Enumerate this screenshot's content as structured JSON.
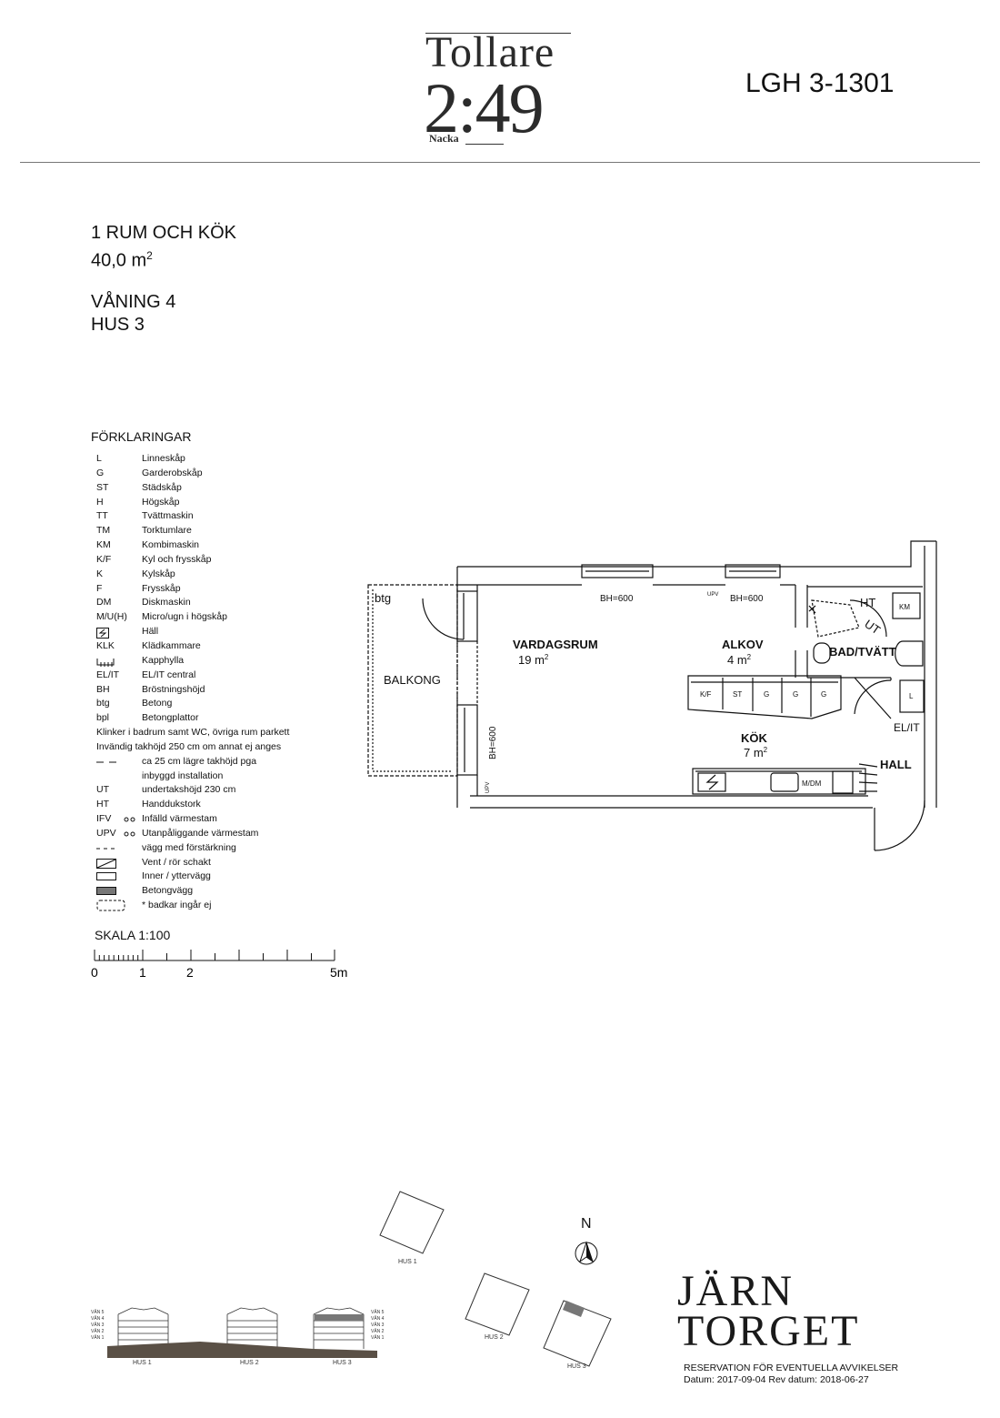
{
  "logo": {
    "line1": "Tollare",
    "line2": "2:49",
    "line3": "Nacka"
  },
  "apartment_id": "LGH 3-1301",
  "info": {
    "type": "1 RUM OCH KÖK",
    "area_value": "40,0 m",
    "area_sup": "2",
    "floor": "VÅNING 4",
    "house": "HUS 3"
  },
  "legend": {
    "title": "FÖRKLARINGAR",
    "items": [
      {
        "key": "L",
        "label": "Linneskåp"
      },
      {
        "key": "G",
        "label": "Garderobskåp"
      },
      {
        "key": "ST",
        "label": "Städskåp"
      },
      {
        "key": "H",
        "label": "Högskåp"
      },
      {
        "key": "TT",
        "label": "Tvättmaskin"
      },
      {
        "key": "TM",
        "label": "Torktumlare"
      },
      {
        "key": "KM",
        "label": "Kombimaskin"
      },
      {
        "key": "K/F",
        "label": "Kyl och frysskåp"
      },
      {
        "key": "K",
        "label": "Kylskåp"
      },
      {
        "key": "F",
        "label": "Frysskåp"
      },
      {
        "key": "DM",
        "label": "Diskmaskin"
      },
      {
        "key": "M/U(H)",
        "label": "Micro/ugn i högskåp"
      },
      {
        "key": "",
        "label": "Häll"
      },
      {
        "key": "KLK",
        "label": "Klädkammare"
      },
      {
        "key": "",
        "label": "Kapphylla"
      },
      {
        "key": "EL/IT",
        "label": "EL/IT central"
      },
      {
        "key": "BH",
        "label": "Bröstningshöjd"
      },
      {
        "key": "btg",
        "label": "Betong"
      },
      {
        "key": "bpl",
        "label": "Betongplattor"
      }
    ],
    "note1": "Klinker i badrum samt WC, övriga rum parkett",
    "note2": "Invändig takhöjd 250 cm om annat ej anges",
    "items2": [
      {
        "key": "",
        "label": "ca 25 cm lägre takhöjd pga"
      },
      {
        "key": "",
        "label": "inbyggd installation"
      },
      {
        "key": "UT",
        "label": "undertakshöjd 230 cm"
      },
      {
        "key": "HT",
        "label": "Handdukstork"
      },
      {
        "key": "IFV",
        "label": "Infälld värmestam"
      },
      {
        "key": "UPV",
        "label": "Utanpåliggande värmestam"
      },
      {
        "key": "",
        "label": "vägg med förstärkning"
      },
      {
        "key": "",
        "label": "Vent / rör schakt"
      },
      {
        "key": "",
        "label": "Inner / yttervägg"
      },
      {
        "key": "",
        "label": "Betongvägg"
      },
      {
        "key": "",
        "label": "* badkar ingår ej"
      }
    ]
  },
  "scale": {
    "title": "SKALA 1:100",
    "labels": [
      "0",
      "1",
      "2",
      "5m"
    ]
  },
  "plan": {
    "rooms": {
      "living": "VARDAGSRUM",
      "living_area": "19 m",
      "alcove": "ALKOV",
      "alcove_area": "4 m",
      "kitchen": "KÖK",
      "kitchen_area": "7 m",
      "hall": "HALL",
      "bath": "BAD/TVÄTT",
      "balcony": "BALKONG",
      "sup": "2"
    },
    "labels": {
      "btg": "btg",
      "bh1": "BH=600",
      "bh2": "BH=600",
      "bh3": "BH=600",
      "upv1": "UPV",
      "upv2": "UPV",
      "ht": "HT",
      "km": "KM",
      "ut": "UT",
      "elit": "EL/IT",
      "l": "L",
      "kf": "K/F",
      "st": "ST",
      "g": "G",
      "mdm": "M/DM"
    }
  },
  "site": {
    "north": "N",
    "hus1": "HUS 1",
    "hus2": "HUS 2",
    "hus3": "HUS 3",
    "floors": [
      "VÅN 5",
      "VÅN 4",
      "VÅN 3",
      "VÅN 2",
      "VÅN 1"
    ]
  },
  "brand": {
    "line1": "JÄRN",
    "line2": "TORGET"
  },
  "footer": {
    "reservation": "RESERVATION FÖR EVENTUELLA AVVIKELSER",
    "dates": "Datum: 2017-09-04 Rev datum: 2018-06-27"
  }
}
